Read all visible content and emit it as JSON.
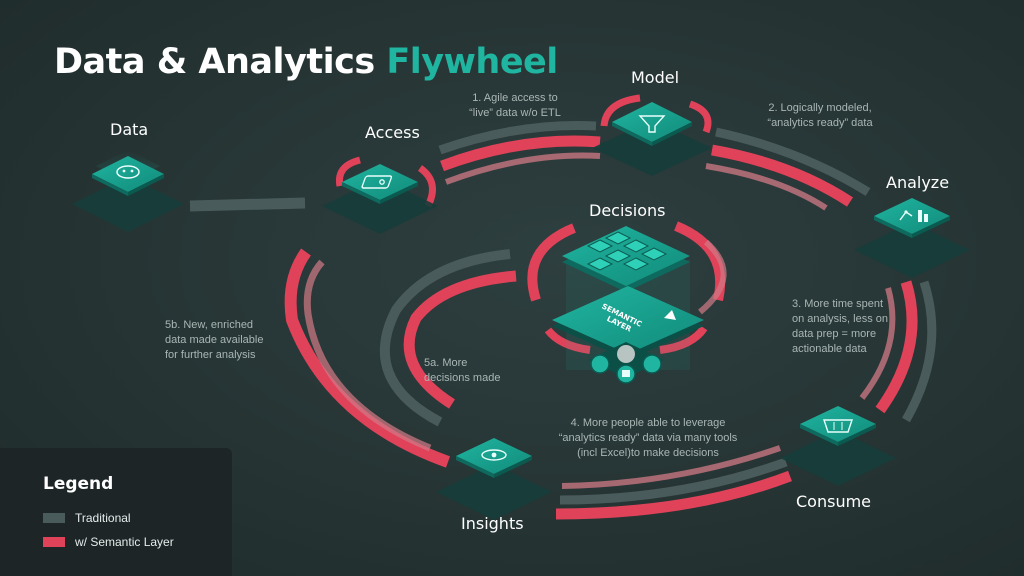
{
  "title": {
    "main": "Data & Analytics",
    "accent": "Flywheel"
  },
  "colors": {
    "background": "#263434",
    "traditional": "#4a5b5b",
    "semantic_layer": "#e0425a",
    "teal": "#1fb5a0",
    "note_text": "#a9b7b5"
  },
  "nodes": {
    "data": {
      "label": "Data",
      "icon": "database-icon"
    },
    "access": {
      "label": "Access",
      "icon": "key-icon"
    },
    "model": {
      "label": "Model",
      "icon": "funnel-icon"
    },
    "analyze": {
      "label": "Analyze",
      "icon": "chart-icon"
    },
    "consume": {
      "label": "Consume",
      "icon": "basket-icon"
    },
    "insights": {
      "label": "Insights",
      "icon": "eye-icon"
    },
    "decisions": {
      "label": "Decisions",
      "icon": "grid-icon"
    },
    "semantic": {
      "label": "SEMANTIC\nLAYER"
    }
  },
  "notes": {
    "n1": "1. Agile access to\n“live” data w/o ETL",
    "n2": "2. Logically modeled,\n“analytics ready” data",
    "n3": "3. More time spent\non analysis, less on\ndata prep = more\nactionable data",
    "n4": "4. More people able to leverage\n“analytics ready” data via many tools\n(incl Excel)to make decisions",
    "n5a": "5a. More\ndecisions made",
    "n5b": "5b. New, enriched\ndata made available\nfor further analysis"
  },
  "legend": {
    "title": "Legend",
    "items": [
      {
        "label": "Traditional",
        "color": "#4a5b5b"
      },
      {
        "label": "w/ Semantic Layer",
        "color": "#e0425a"
      }
    ]
  }
}
